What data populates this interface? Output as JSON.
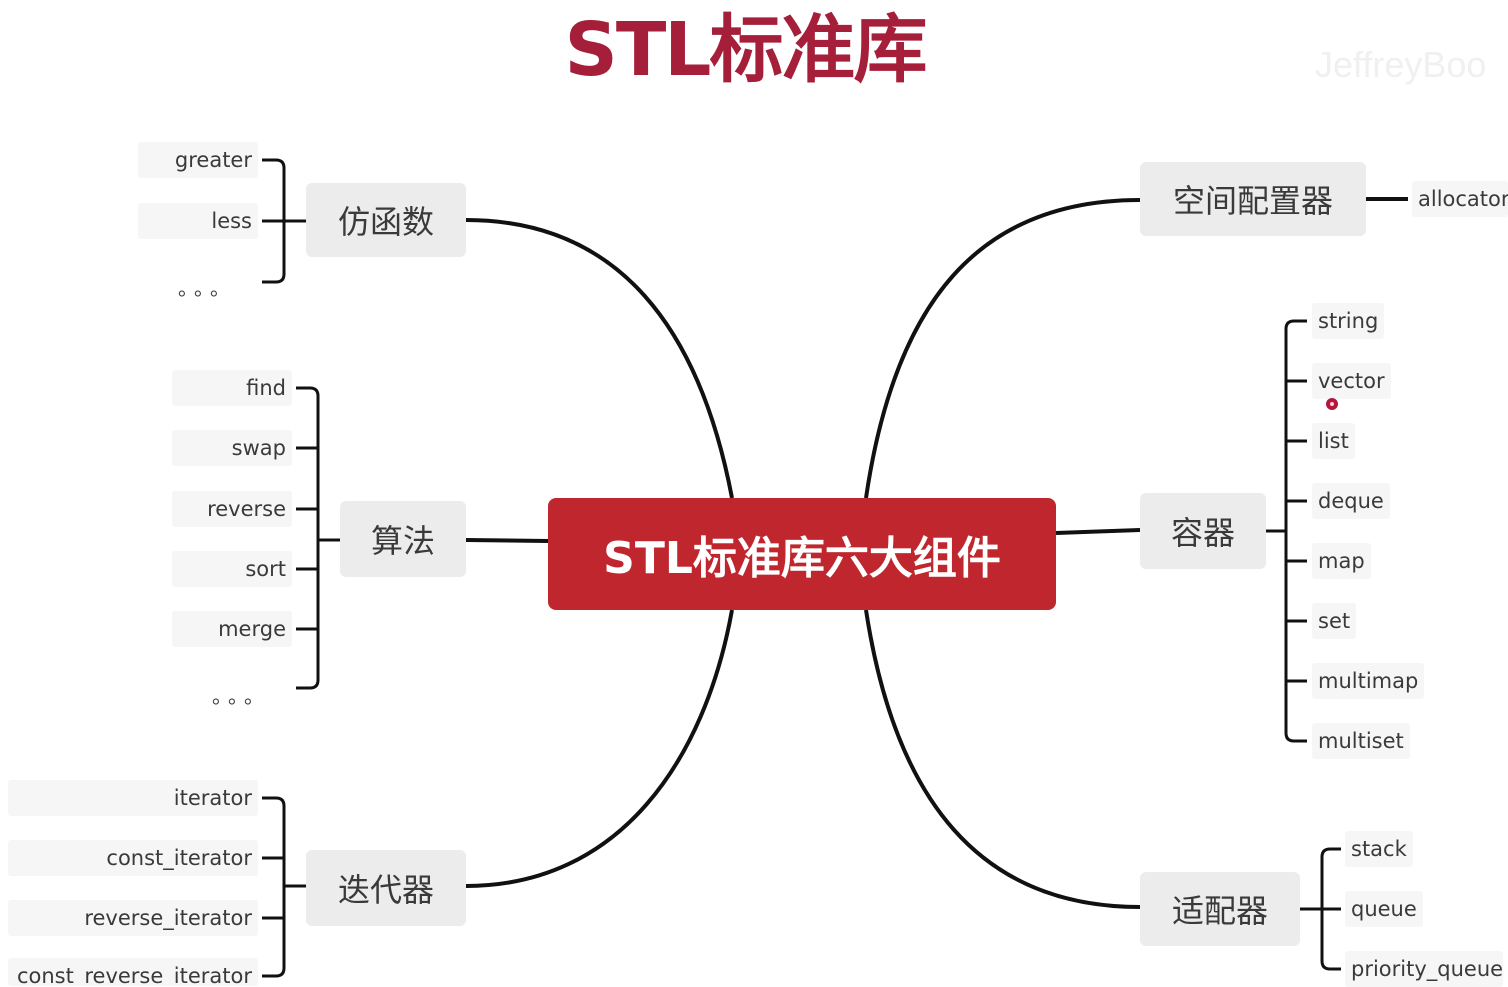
{
  "title": "STL标准库",
  "watermark": "JeffreyBoo",
  "colors": {
    "title": "#a51e3a",
    "center_fill": "#c0262d",
    "connector": "#111111",
    "branch_fill": "#ececec"
  },
  "center": {
    "label": "STL标准库六大组件"
  },
  "branches": {
    "functor": {
      "label": "仿函数",
      "items": [
        "greater",
        "less",
        "。。。"
      ]
    },
    "algorithm": {
      "label": "算法",
      "items": [
        "find",
        "swap",
        "reverse",
        "sort",
        "merge",
        "。。。"
      ]
    },
    "iterator": {
      "label": "迭代器",
      "items": [
        "iterator",
        "const_iterator",
        "reverse_iterator",
        "const_reverse_iterator"
      ]
    },
    "allocator": {
      "label": "空间配置器",
      "items": [
        "allocator"
      ]
    },
    "container": {
      "label": "容器",
      "items": [
        "string",
        "vector",
        "list",
        "deque",
        "map",
        "set",
        "multimap",
        "multiset"
      ]
    },
    "adapter": {
      "label": "适配器",
      "items": [
        "stack",
        "queue",
        "priority_queue"
      ]
    }
  }
}
